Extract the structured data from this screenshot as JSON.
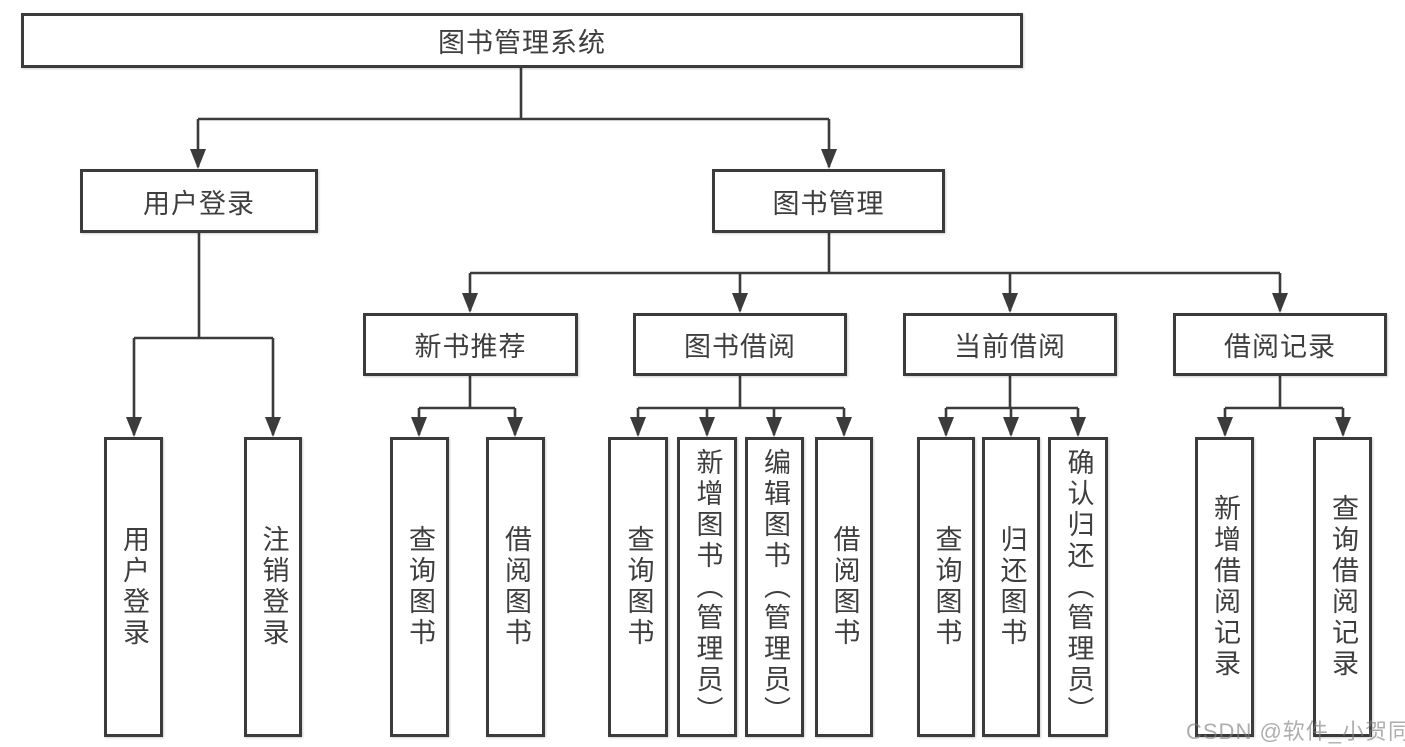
{
  "tree": {
    "label": "图书管理系统",
    "children": [
      {
        "label": "用户登录",
        "children": [
          {
            "label": "用户登录"
          },
          {
            "label": "注销登录"
          }
        ]
      },
      {
        "label": "图书管理",
        "children": [
          {
            "label": "新书推荐",
            "children": [
              {
                "label": "查询图书"
              },
              {
                "label": "借阅图书"
              }
            ]
          },
          {
            "label": "图书借阅",
            "children": [
              {
                "label": "查询图书"
              },
              {
                "label": "新增图书（管理员）"
              },
              {
                "label": "编辑图书（管理员）"
              },
              {
                "label": "借阅图书"
              }
            ]
          },
          {
            "label": "当前借阅",
            "children": [
              {
                "label": "查询图书"
              },
              {
                "label": "归还图书"
              },
              {
                "label": "确认归还（管理员）"
              }
            ]
          },
          {
            "label": "借阅记录",
            "children": [
              {
                "label": "新增借阅记录"
              },
              {
                "label": "查询借阅记录"
              }
            ]
          }
        ]
      }
    ]
  },
  "watermark": {
    "text": "CSDN @软件_小贺同学"
  },
  "colors": {
    "line": "#3b3b3b",
    "box_border": "#3b3b3b",
    "text": "#3e3e3e",
    "watermark": "#7d7d7d",
    "background": "#ffffff"
  }
}
